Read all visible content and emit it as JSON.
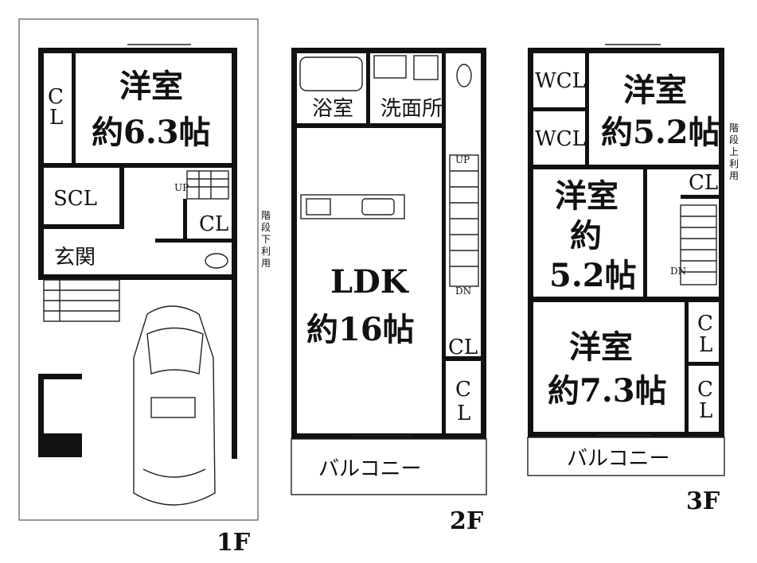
{
  "floors": {
    "f1": {
      "label": "1F",
      "rooms": {
        "western": "洋室",
        "western_size": "約6.3帖",
        "cl_top": "C",
        "cl_bottom": "L",
        "scl": "SCL",
        "genkan": "玄関",
        "cl_small": "CL",
        "up": "UP"
      },
      "note": [
        "階",
        "段",
        "下",
        "利",
        "用"
      ]
    },
    "f2": {
      "label": "2F",
      "rooms": {
        "bath": "浴室",
        "washroom": "洗面所",
        "ldk": "LDK",
        "ldk_size": "約16帖",
        "cl_small": "CL",
        "cl_top": "C",
        "cl_bottom": "L",
        "up": "UP",
        "dn": "DN"
      },
      "balcony": "バルコニー"
    },
    "f3": {
      "label": "3F",
      "rooms": {
        "wcl1": "WCL",
        "wcl2": "WCL",
        "western1": "洋室",
        "western1_size": "約5.2帖",
        "western2": "洋室",
        "western2_line2": "約",
        "western2_size": "5.2帖",
        "western3": "洋室",
        "western3_size": "約7.3帖",
        "cl_small": "CL",
        "cl_a_top": "C",
        "cl_a_bottom": "L",
        "cl_b_top": "C",
        "cl_b_bottom": "L",
        "dn": "DN"
      },
      "note": [
        "階",
        "段",
        "上",
        "利",
        "用"
      ],
      "balcony": "バルコニー"
    }
  }
}
